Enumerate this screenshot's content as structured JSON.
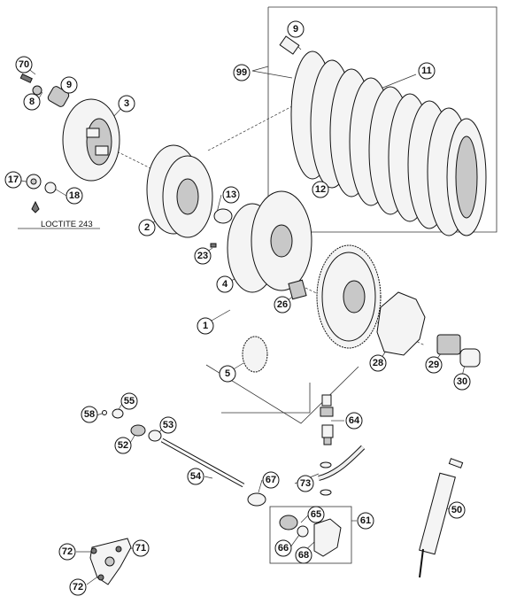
{
  "diagram": {
    "note_text": "LOCTITE 243",
    "callouts": [
      {
        "id": "c-9a",
        "label": "9"
      },
      {
        "id": "c-99",
        "label": "99"
      },
      {
        "id": "c-11",
        "label": "11"
      },
      {
        "id": "c-12",
        "label": "12"
      },
      {
        "id": "c-70",
        "label": "70"
      },
      {
        "id": "c-9b",
        "label": "9"
      },
      {
        "id": "c-8",
        "label": "8"
      },
      {
        "id": "c-3",
        "label": "3"
      },
      {
        "id": "c-17",
        "label": "17"
      },
      {
        "id": "c-18",
        "label": "18"
      },
      {
        "id": "c-2",
        "label": "2"
      },
      {
        "id": "c-13",
        "label": "13"
      },
      {
        "id": "c-23",
        "label": "23"
      },
      {
        "id": "c-4",
        "label": "4"
      },
      {
        "id": "c-1",
        "label": "1"
      },
      {
        "id": "c-26",
        "label": "26"
      },
      {
        "id": "c-5",
        "label": "5"
      },
      {
        "id": "c-28",
        "label": "28"
      },
      {
        "id": "c-29",
        "label": "29"
      },
      {
        "id": "c-30",
        "label": "30"
      },
      {
        "id": "c-64",
        "label": "64"
      },
      {
        "id": "c-55",
        "label": "55"
      },
      {
        "id": "c-58",
        "label": "58"
      },
      {
        "id": "c-53",
        "label": "53"
      },
      {
        "id": "c-52",
        "label": "52"
      },
      {
        "id": "c-54",
        "label": "54"
      },
      {
        "id": "c-67",
        "label": "67"
      },
      {
        "id": "c-73",
        "label": "73"
      },
      {
        "id": "c-50",
        "label": "50"
      },
      {
        "id": "c-65",
        "label": "65"
      },
      {
        "id": "c-61",
        "label": "61"
      },
      {
        "id": "c-66",
        "label": "66"
      },
      {
        "id": "c-68",
        "label": "68"
      },
      {
        "id": "c-72a",
        "label": "72"
      },
      {
        "id": "c-71",
        "label": "71"
      },
      {
        "id": "c-72b",
        "label": "72"
      }
    ]
  }
}
